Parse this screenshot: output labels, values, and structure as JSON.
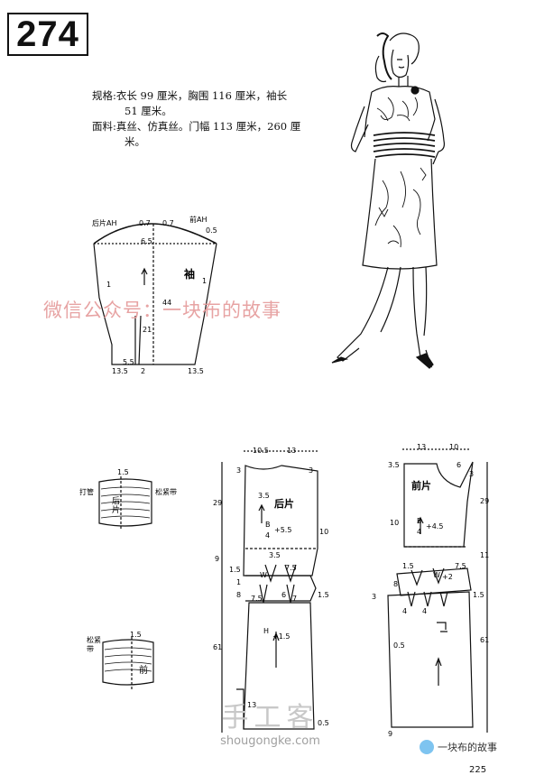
{
  "page_number": "274",
  "spec": {
    "spec_label": "规格:",
    "spec_text_1": "衣长 99 厘米，胸围 116 厘米，袖长",
    "spec_text_2": "51 厘米。",
    "fabric_label": "面料:",
    "fabric_text_1": "真丝、仿真丝。门幅 113 厘米，260 厘",
    "fabric_text_2": "米。"
  },
  "watermark": "微信公众号：一块布的故事",
  "site_watermark": {
    "title": "手工客",
    "url": "shougongke.com"
  },
  "wechat_badge": "一块布的故事",
  "sleeve": {
    "back_ah": "后片AH",
    "front_ah": "前AH",
    "v07a": "0.7",
    "v07b": "0.7",
    "v05": "0.5",
    "v65": "6.5",
    "sleeve_label": "袖",
    "v1a": "1",
    "v1b": "1",
    "v44": "44",
    "v21": "21",
    "v55": "5.5",
    "v135a": "13.5",
    "v2": "2",
    "v135b": "13.5"
  },
  "waistband": {
    "label_a1": "打管",
    "label_b1": "松紧带",
    "label_a2": "松紧",
    "label_b2": "带",
    "v15a": "1.5",
    "v15b": "1.5",
    "back_label": "后",
    "back_label2": "片",
    "front_label": "前"
  },
  "back": {
    "top_w1": "10.5",
    "top_w2": "13",
    "v3a": "3",
    "v3b": "3",
    "v29": "29",
    "v35": "3.5",
    "title": "后片",
    "formula_b": "B",
    "formula_div": "4",
    "formula_add": "+5.5",
    "v10": "10",
    "v9": "9",
    "v35b": "3.5",
    "v15": "1.5",
    "formula_w": "W",
    "v75a": "7.5",
    "v1": "1",
    "v8": "8",
    "v6": "6",
    "v75b": "7.5",
    "v7": "7",
    "v15c": "1.5",
    "formula_h": "H",
    "formula_hadd": "+1.5",
    "v61": "61",
    "v13": "13",
    "v05": "0.5"
  },
  "front": {
    "top_w1": "13",
    "top_w2": "10",
    "v35": "3.5",
    "v6": "6",
    "v3": "3",
    "title": "前片",
    "v29": "29",
    "v10": "10",
    "formula_b": "B",
    "formula_div": "4",
    "formula_add": "+4.5",
    "v11": "11",
    "v15": "1.5",
    "formula_w": "W",
    "formula_wadd": "+2",
    "v75": "7.5",
    "v8": "8",
    "v4a": "4",
    "v4b": "4",
    "v15b": "1.5",
    "v3b": "3",
    "v05": "0.5",
    "v61": "61",
    "v9": "9"
  },
  "corner_page": "225"
}
